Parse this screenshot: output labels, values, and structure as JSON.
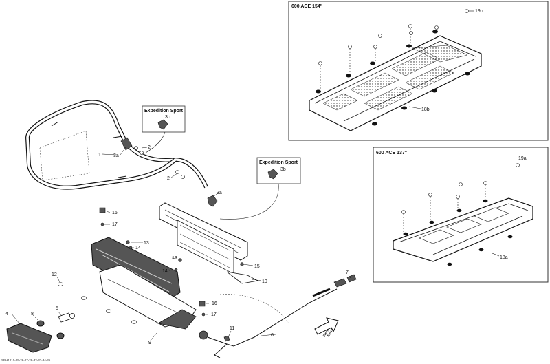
{
  "panels": {
    "top_right_title": "600 ACE 154\"",
    "mid_right_title": "600 ACE 137\""
  },
  "callouts": {
    "expedition_1": "Expedition Sport",
    "expedition_2": "Expedition Sport"
  },
  "front_arrow": {
    "line1": "Front",
    "line2": "Avant"
  },
  "labels": {
    "p1": "1",
    "p2a": "2",
    "p2b": "2",
    "p3a_left": "3a",
    "p3a_right": "3a",
    "p3b": "3b",
    "p3c": "3c",
    "p4": "4",
    "p5": "5",
    "p6": "6",
    "p7": "7",
    "p8": "8",
    "p9": "9",
    "p10": "10",
    "p11": "11",
    "p12": "12",
    "p13a": "13",
    "p13b": "13",
    "p14a": "14",
    "p14b": "14",
    "p15": "15",
    "p16a": "16",
    "p16b": "16",
    "p17a": "17",
    "p17b": "17",
    "p18a": "18a",
    "p18b": "18b",
    "p19a": "19a",
    "p19b": "19b"
  },
  "footer_code": "SBH1210-25-26-27-28-32-33-34-35"
}
